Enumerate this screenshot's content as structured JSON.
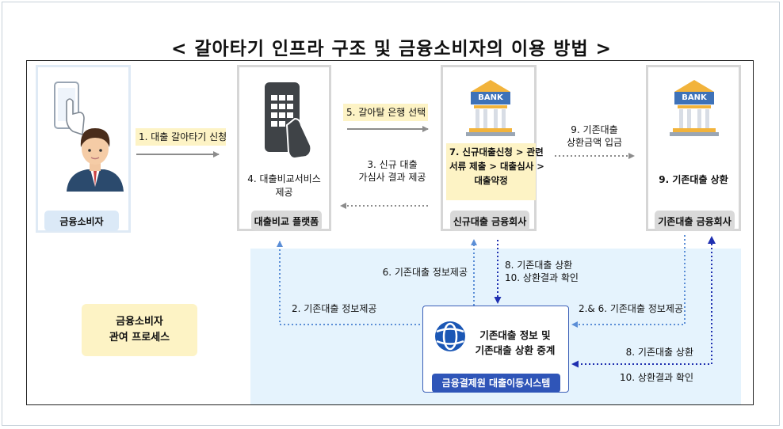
{
  "title": "< 갈아타기 인프라 구조 및 금융소비자의 이용 방법 >",
  "nodes": {
    "consumer": {
      "label": "금융소비자"
    },
    "platform": {
      "label": "대출비교 플랫폼",
      "text_line1": "4. 대출비교서비스",
      "text_line2": "제공"
    },
    "new_lender": {
      "label": "신규대출 금융회사",
      "bank_sign": "BANK",
      "text_line1": "7. 신규대출신청 > 관련",
      "text_line2": "서류 제출 > 대출심사 >",
      "text_line3": "대출약정"
    },
    "old_lender": {
      "label": "기존대출 금융회사",
      "bank_sign": "BANK",
      "text_line1": "9. 기존대출 상환"
    },
    "system": {
      "label": "금융결제원 대출이동시스템",
      "text_line1": "기존대출 정보 및",
      "text_line2": "기존대출 상환 중계"
    }
  },
  "process_box": {
    "line1": "금융소비자",
    "line2": "관여 프로세스"
  },
  "steps": {
    "s1": "1. 대출 갈아타기 신청",
    "s5": "5. 갈아탈 은행 선택",
    "s3_line1": "3. 신규 대출",
    "s3_line2": "가심사 결과 제공",
    "s9_line1": "9. 기존대출",
    "s9_line2": "상환금액 입금",
    "s6": "6. 기존대출 정보제공",
    "s8_line1": "8. 기존대출 상환",
    "s8_line2": "10. 상환결과 확인",
    "s2": "2. 기존대출 정보제공",
    "s2_6": "2.& 6. 기존대출 정보제공",
    "s8b": "8. 기존대출 상환",
    "s10b": "10. 상환결과 확인"
  },
  "colors": {
    "arrow_gray": "#8c8c8c",
    "arrow_blue_light": "#5b8ed6",
    "arrow_blue_dark": "#1f2fb0",
    "yellow": "#fdf3c5",
    "region_blue": "#e5f3fd"
  }
}
